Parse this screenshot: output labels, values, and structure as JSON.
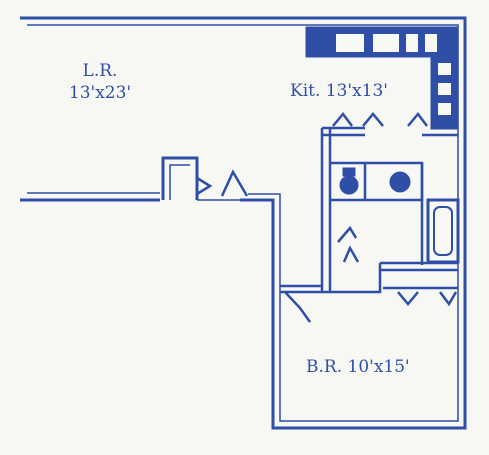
{
  "colors": {
    "ink": "#2f4fa7",
    "ink_light": "#5e7ac9",
    "paper": "#f7f7f4"
  },
  "rooms": {
    "living_room": {
      "name": "L.R.",
      "dims": "13'x23'"
    },
    "kitchen": {
      "name": "Kit.",
      "dims": "13'x13'"
    },
    "bedroom": {
      "name": "B.R.",
      "dims": "10'x15'"
    }
  }
}
